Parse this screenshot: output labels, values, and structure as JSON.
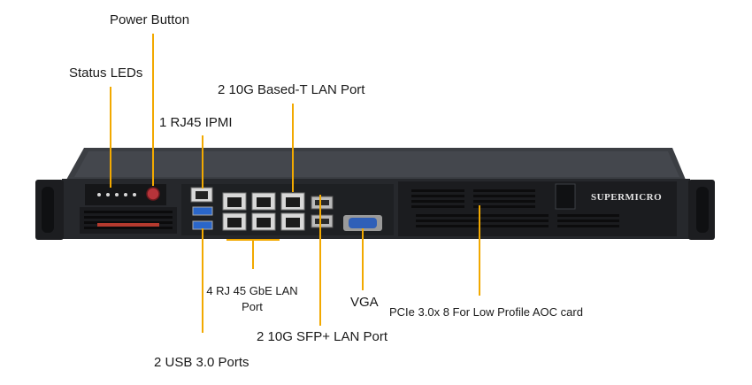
{
  "callouts": {
    "power_button": "Power Button",
    "status_leds": "Status LEDs",
    "ipmi": "1 RJ45 IPMI",
    "lan_10g_baset": "2 10G Based-T LAN Port",
    "gbe_lan_line1": "4 RJ 45 GbE LAN",
    "gbe_lan_line2": "Port",
    "vga": "VGA",
    "pcie": "PCIe 3.0x 8 For Low Profile AOC card",
    "sfp": "2 10G SFP+ LAN Port",
    "usb": "2 USB 3.0 Ports"
  },
  "brand": "SUPERMICRO",
  "colors": {
    "callout_line": "#f2a900",
    "chassis": "#2b2d31",
    "chassis_top": "#3a3d42",
    "vga_port": "#2f5fb8",
    "usb_port": "#2a66c9",
    "power_button": "#b7343a"
  }
}
